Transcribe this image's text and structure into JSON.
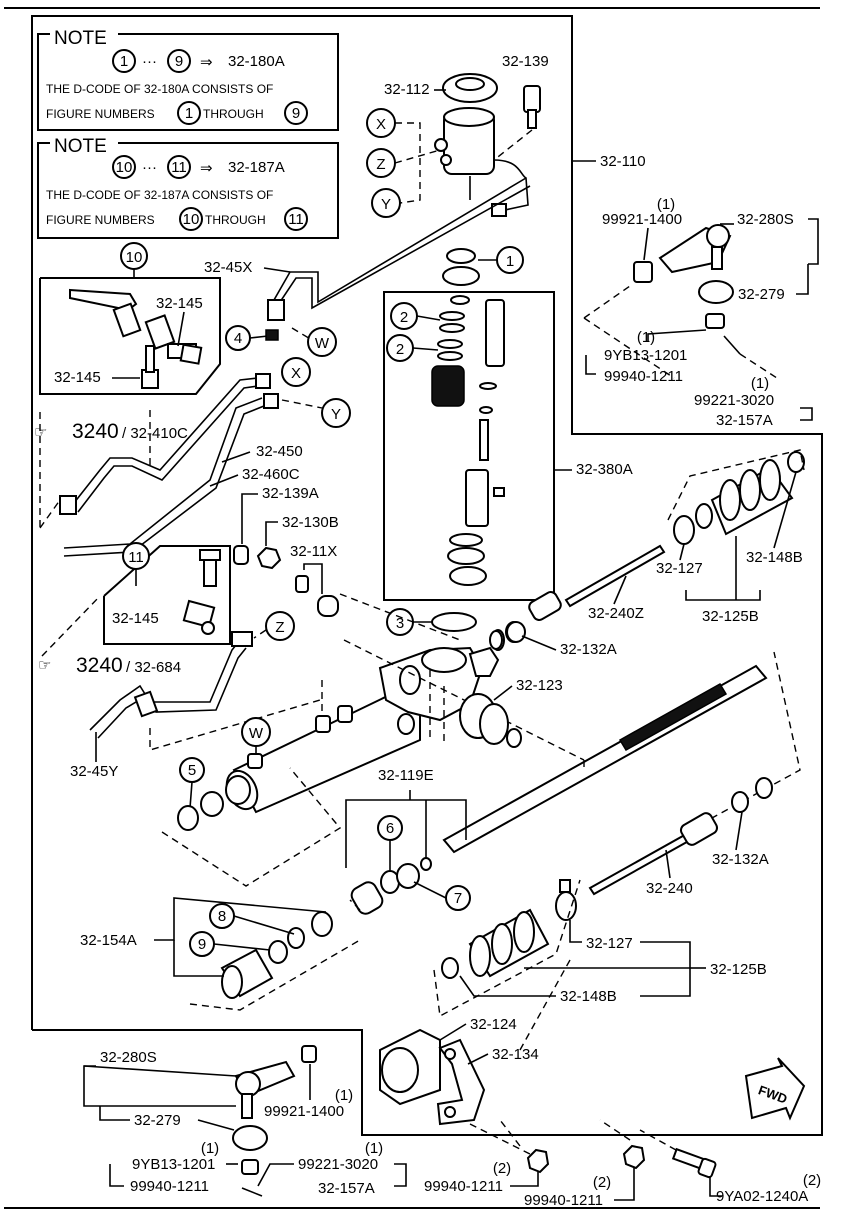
{
  "notes": [
    {
      "header": "NOTE",
      "range_from": "1",
      "range_to": "9",
      "code": "32-180A",
      "line1": "THE D-CODE OF 32-180A CONSISTS OF",
      "line2_pre": "FIGURE NUMBERS",
      "line2_mid": "THROUGH"
    },
    {
      "header": "NOTE",
      "range_from": "10",
      "range_to": "11",
      "code": "32-187A",
      "line1": "THE D-CODE OF 32-187A CONSISTS OF",
      "line2_pre": "FIGURE NUMBERS",
      "line2_mid": "THROUGH"
    }
  ],
  "symbols": {
    "arrow": "⇒",
    "dots": "···"
  },
  "callouts": {
    "c1": "1",
    "c2a": "2",
    "c2b": "2",
    "c3": "3",
    "c4": "4",
    "c5": "5",
    "c6": "6",
    "c7": "7",
    "c8": "8",
    "c9": "9",
    "c10": "10",
    "c11": "11",
    "cx1": "X",
    "cx2": "X",
    "cy1": "Y",
    "cy2": "Y",
    "cz1": "Z",
    "cz2": "Z",
    "cw1": "W",
    "cw2": "W"
  },
  "labels": {
    "p32_139": "32-139",
    "p32_112": "32-112",
    "p32_110": "32-110",
    "p99921_1400_a": "99921-1400",
    "q1a": "(1)",
    "p32_280s_a": "32-280S",
    "p32_279_a": "32-279",
    "p9yb13_1201_a": "9YB13-1201",
    "q1b": "(1)",
    "p99940_1211_a": "99940-1211",
    "p99221_3020_a": "99221-3020",
    "q1c": "(1)",
    "p32_157a_a": "32-157A",
    "p32_45x": "32-45X",
    "p32_145_a": "32-145",
    "p32_145_b": "32-145",
    "p32_145_c": "32-145",
    "ref3240_a": "3240",
    "p32_410c": "/ 32-410C",
    "p32_450": "32-450",
    "p32_460c": "32-460C",
    "p32_139a": "32-139A",
    "p32_130b": "32-130B",
    "p32_11x": "32-11X",
    "p32_380a": "32-380A",
    "p32_127_a": "32-127",
    "p32_148b_a": "32-148B",
    "p32_240z": "32-240Z",
    "p32_125b_a": "32-125B",
    "p32_132a_a": "32-132A",
    "ref3240_b": "3240",
    "p32_684": "/ 32-684",
    "p32_123": "32-123",
    "p32_45y": "32-45Y",
    "p32_119e": "32-119E",
    "p32_132a_b": "32-132A",
    "p32_240": "32-240",
    "p32_154a": "32-154A",
    "p32_127_b": "32-127",
    "p32_125b_b": "32-125B",
    "p32_148b_b": "32-148B",
    "p32_124": "32-124",
    "p32_134": "32-134",
    "fwd": "FWD",
    "p32_280s_b": "32-280S",
    "p32_279_b": "32-279",
    "p99921_1400_b": "99921-1400",
    "q1d": "(1)",
    "p9yb13_1201_b": "9YB13-1201",
    "q1e": "(1)",
    "p99940_1211_b": "99940-1211",
    "p99221_3020_b": "99221-3020",
    "q1f": "(1)",
    "p32_157a_b": "32-157A",
    "p99940_1211_c": "99940-1211",
    "q2a": "(2)",
    "p99940_1211_d": "99940-1211",
    "q2b": "(2)",
    "p9ya02_1240a": "9YA02-1240A",
    "q2c": "(2)"
  }
}
